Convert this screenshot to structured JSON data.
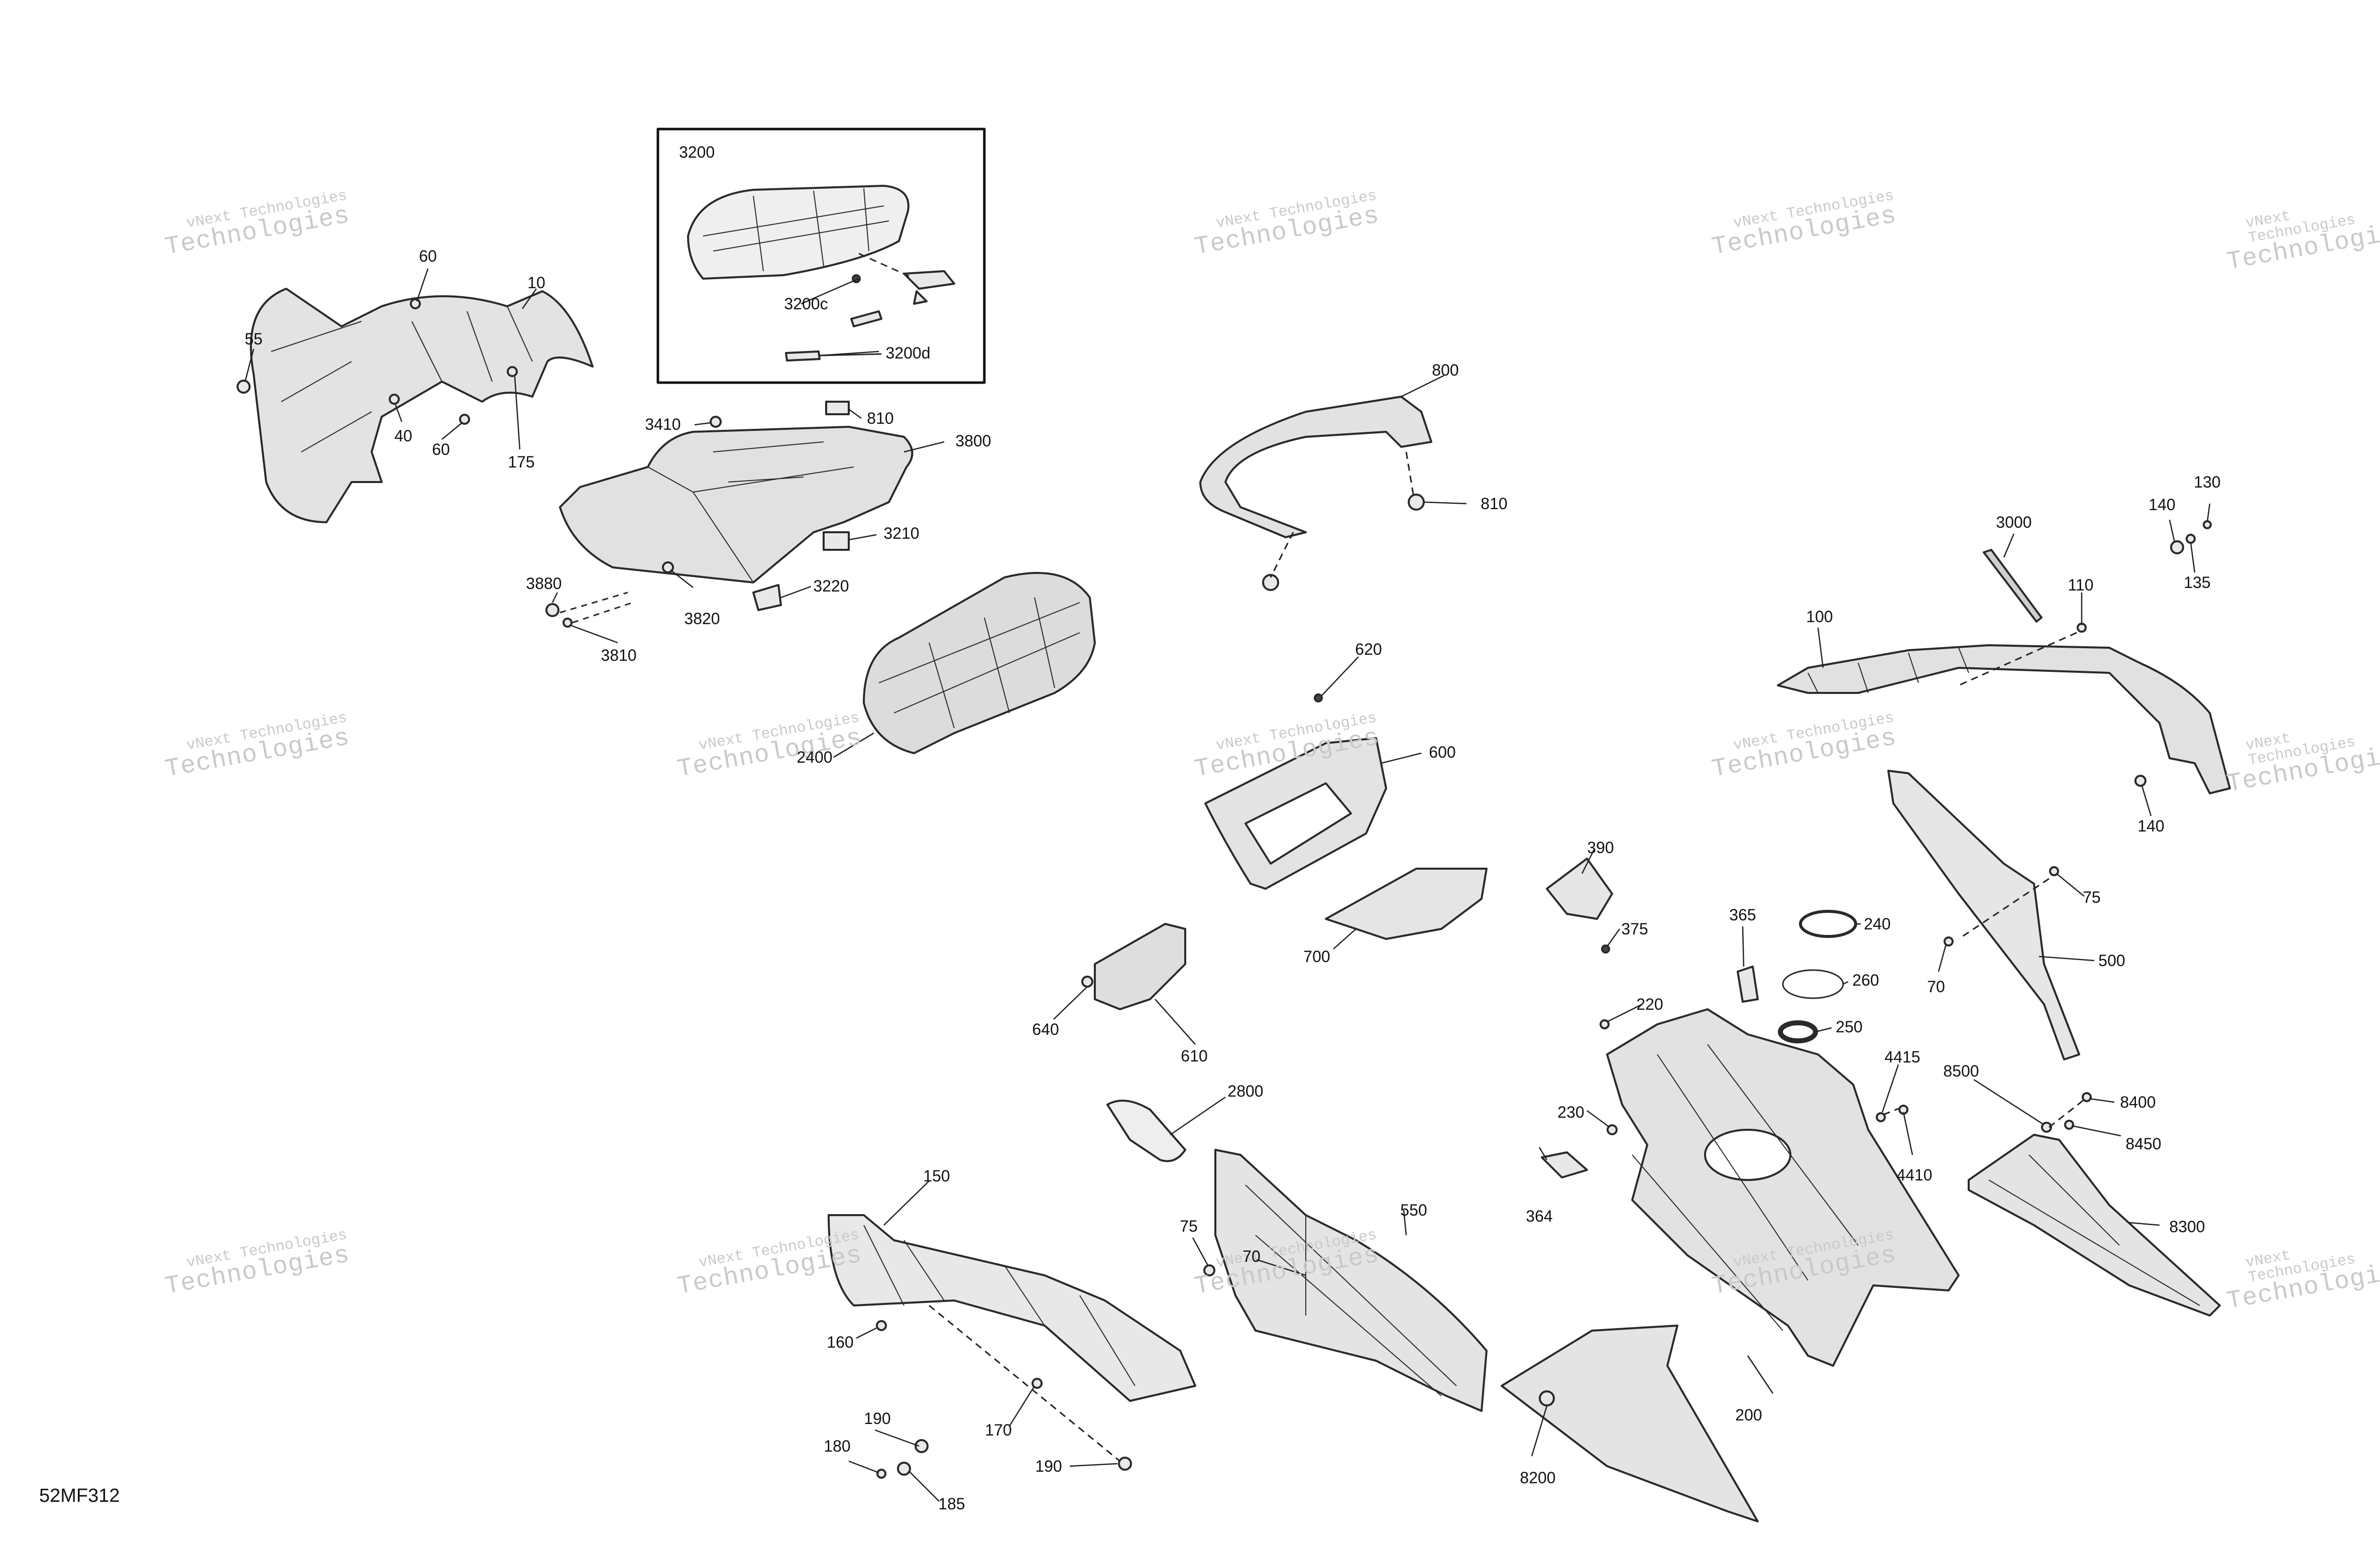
{
  "diagram_id": "52MF312",
  "watermark": {
    "line1": "vNext Technologies",
    "line2": "Technologies",
    "line0": "vNext"
  },
  "inset": {
    "title": "3200"
  },
  "callouts": [
    {
      "id": "60a",
      "text": "60"
    },
    {
      "id": "10",
      "text": "10"
    },
    {
      "id": "55",
      "text": "55"
    },
    {
      "id": "40",
      "text": "40"
    },
    {
      "id": "60b",
      "text": "60"
    },
    {
      "id": "175",
      "text": "175"
    },
    {
      "id": "3200c",
      "text": "3200c"
    },
    {
      "id": "3200d",
      "text": "3200d"
    },
    {
      "id": "3410",
      "text": "3410"
    },
    {
      "id": "810a",
      "text": "810"
    },
    {
      "id": "3800",
      "text": "3800"
    },
    {
      "id": "3210",
      "text": "3210"
    },
    {
      "id": "3220",
      "text": "3220"
    },
    {
      "id": "3880",
      "text": "3880"
    },
    {
      "id": "3820",
      "text": "3820"
    },
    {
      "id": "3810",
      "text": "3810"
    },
    {
      "id": "2400",
      "text": "2400"
    },
    {
      "id": "800",
      "text": "800"
    },
    {
      "id": "810b",
      "text": "810"
    },
    {
      "id": "620",
      "text": "620"
    },
    {
      "id": "600",
      "text": "600"
    },
    {
      "id": "700",
      "text": "700"
    },
    {
      "id": "640",
      "text": "640"
    },
    {
      "id": "610",
      "text": "610"
    },
    {
      "id": "2800",
      "text": "2800"
    },
    {
      "id": "150",
      "text": "150"
    },
    {
      "id": "160",
      "text": "160"
    },
    {
      "id": "170",
      "text": "170"
    },
    {
      "id": "190a",
      "text": "190"
    },
    {
      "id": "180",
      "text": "180"
    },
    {
      "id": "185",
      "text": "185"
    },
    {
      "id": "190b",
      "text": "190"
    },
    {
      "id": "75a",
      "text": "75"
    },
    {
      "id": "70a",
      "text": "70"
    },
    {
      "id": "550",
      "text": "550"
    },
    {
      "id": "390",
      "text": "390"
    },
    {
      "id": "375",
      "text": "375"
    },
    {
      "id": "365",
      "text": "365"
    },
    {
      "id": "240",
      "text": "240"
    },
    {
      "id": "260",
      "text": "260"
    },
    {
      "id": "250",
      "text": "250"
    },
    {
      "id": "220",
      "text": "220"
    },
    {
      "id": "230",
      "text": "230"
    },
    {
      "id": "364",
      "text": "364"
    },
    {
      "id": "200",
      "text": "200"
    },
    {
      "id": "8200",
      "text": "8200"
    },
    {
      "id": "4415",
      "text": "4415"
    },
    {
      "id": "4410",
      "text": "4410"
    },
    {
      "id": "8500",
      "text": "8500"
    },
    {
      "id": "8400",
      "text": "8400"
    },
    {
      "id": "8450",
      "text": "8450"
    },
    {
      "id": "8300",
      "text": "8300"
    },
    {
      "id": "3000",
      "text": "3000"
    },
    {
      "id": "140a",
      "text": "140"
    },
    {
      "id": "130",
      "text": "130"
    },
    {
      "id": "135",
      "text": "135"
    },
    {
      "id": "110",
      "text": "110"
    },
    {
      "id": "100",
      "text": "100"
    },
    {
      "id": "140b",
      "text": "140"
    },
    {
      "id": "75b",
      "text": "75"
    },
    {
      "id": "70b",
      "text": "70"
    },
    {
      "id": "500",
      "text": "500"
    }
  ]
}
